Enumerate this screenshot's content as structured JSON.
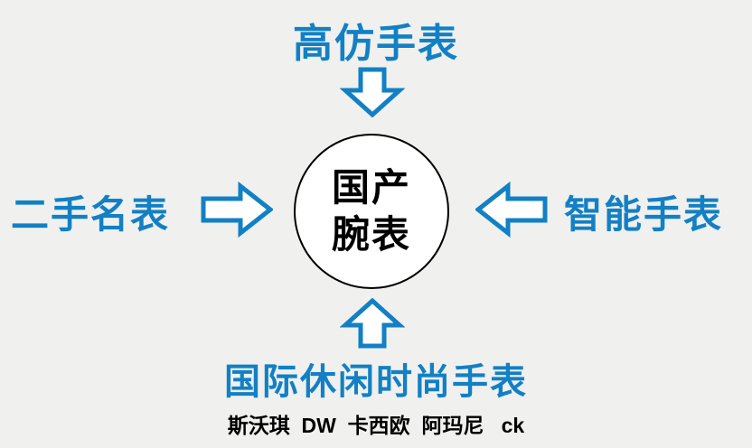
{
  "diagram": {
    "title_context": "watch market categories converging on domestic watches",
    "center": {
      "line1": "国产",
      "line2": "腕表"
    },
    "top_label": "高仿手表",
    "left_label": "二手名表",
    "right_label": "智能手表",
    "bottom_label": "国际休闲时尚手表",
    "footnote": "斯沃琪  DW  卡西欧  阿玛尼   ck",
    "arrows": [
      {
        "name": "arrow-down-icon",
        "direction": "down",
        "from": "top_label",
        "to": "center"
      },
      {
        "name": "arrow-right-icon",
        "direction": "right",
        "from": "left_label",
        "to": "center"
      },
      {
        "name": "arrow-left-icon",
        "direction": "left",
        "from": "right_label",
        "to": "center"
      },
      {
        "name": "arrow-up-icon",
        "direction": "up",
        "from": "bottom_label",
        "to": "center"
      }
    ],
    "colors": {
      "accent_blue": "#1280C4",
      "text_black": "#000000",
      "background": "#F0F0EF",
      "circle_fill": "#FFFFFF",
      "circle_stroke": "#000000"
    }
  }
}
